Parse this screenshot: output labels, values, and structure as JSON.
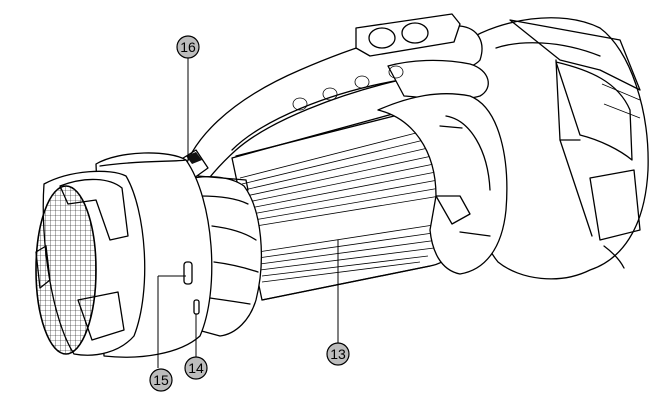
{
  "diagram": {
    "callouts": [
      {
        "id": "16",
        "label": "16"
      },
      {
        "id": "13",
        "label": "13"
      },
      {
        "id": "15",
        "label": "15"
      },
      {
        "id": "14",
        "label": "14"
      }
    ]
  }
}
